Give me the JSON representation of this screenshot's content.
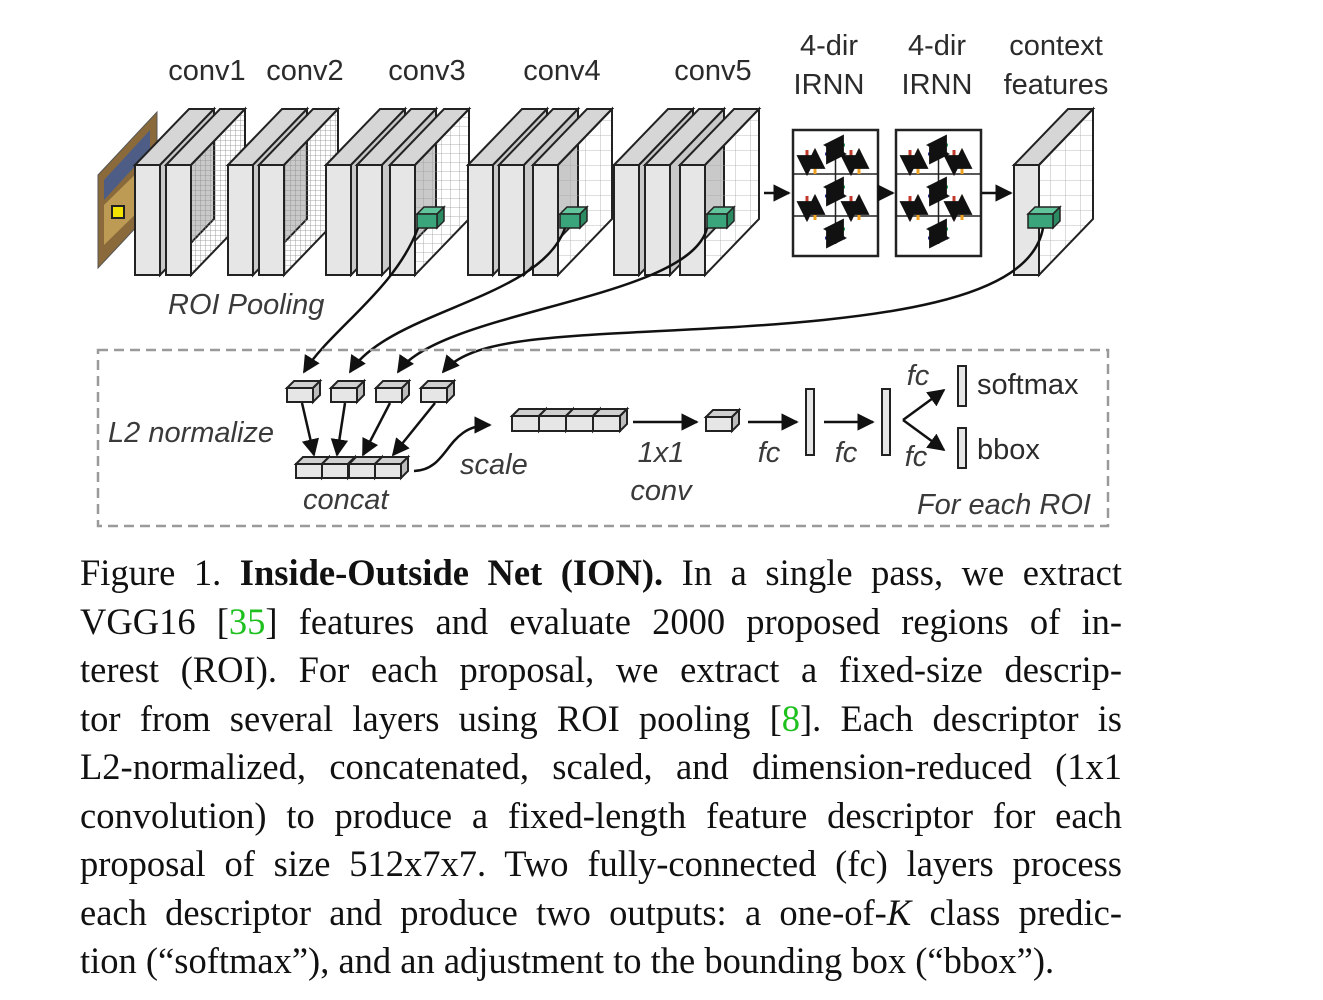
{
  "figure": {
    "layer_labels": {
      "conv1": "conv1",
      "conv2": "conv2",
      "conv3": "conv3",
      "conv4": "conv4",
      "conv5": "conv5",
      "irnn1_line1": "4-dir",
      "irnn1_line2": "IRNN",
      "irnn2_line1": "4-dir",
      "irnn2_line2": "IRNN",
      "context_line1": "context",
      "context_line2": "features"
    },
    "roi_pooling": "ROI Pooling",
    "l2_normalize": "L2 normalize",
    "concat": "concat",
    "scale": "scale",
    "conv1x1_line1": "1x1",
    "conv1x1_line2": "conv",
    "fc1": "fc",
    "fc2": "fc",
    "fc_top": "fc",
    "fc_bottom": "fc",
    "softmax": "softmax",
    "bbox": "bbox",
    "for_each_roi": "For each ROI",
    "colors": {
      "block_face": "#e6e6e6",
      "block_side": "#c9c9c9",
      "roi_green": "#3aa57a",
      "arrow_red": "#c0392b",
      "arrow_orange": "#f0a020",
      "arrow_green": "#27a155",
      "arrow_blue": "#2c2c8c",
      "dashed_border": "#9a9a9a"
    }
  },
  "caption": {
    "line1_prefix": "Figure 1. ",
    "line1_bold": "Inside-Outside Net (ION).",
    "line1_rest": " In a single pass, we extract",
    "line2_a": "VGG16 [",
    "line2_cite": "35",
    "line2_b": "] features and evaluate 2000 proposed regions of in-",
    "line3": "terest (ROI). For each proposal, we extract a fixed-size descrip-",
    "line4_a": "tor from several layers using ROI pooling [",
    "line4_cite": "8",
    "line4_b": "]. Each descriptor is",
    "line5": "L2-normalized, concatenated, scaled, and dimension-reduced (1x1",
    "line6": "convolution) to produce a fixed-length feature descriptor for each",
    "line7": "proposal of size 512x7x7. Two fully-connected (fc) layers process",
    "line8_a": "each descriptor and produce two outputs: a one-of-",
    "line8_math": "K",
    "line8_b": " class predic-",
    "line9": "tion (“softmax”), and an adjustment to the bounding box (“bbox”)."
  }
}
